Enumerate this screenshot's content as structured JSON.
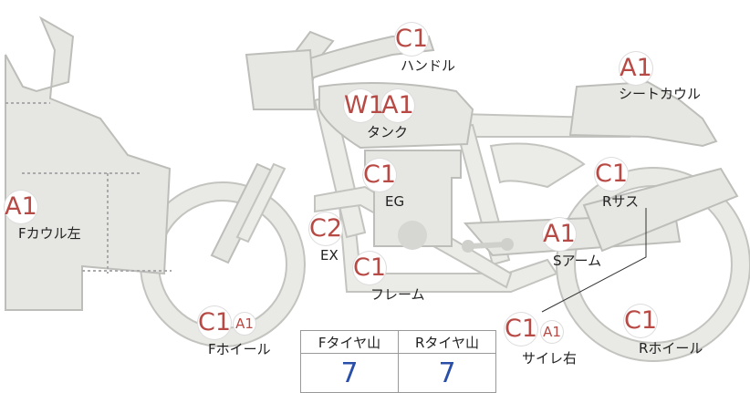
{
  "parts": {
    "handle": {
      "label": "ハンドル",
      "badges": [
        "C1"
      ]
    },
    "seat_cowl": {
      "label": "シートカウル",
      "badges": [
        "A1"
      ]
    },
    "tank": {
      "label": "タンク",
      "badges": [
        "W1",
        "A1"
      ]
    },
    "engine": {
      "label": "EG",
      "badges": [
        "C1"
      ]
    },
    "r_suspension": {
      "label": "Rサス",
      "badges": [
        "C1"
      ]
    },
    "f_cowl_left": {
      "label": "Fカウル左",
      "badges": [
        "A1"
      ]
    },
    "exhaust": {
      "label": "EX",
      "badges": [
        "C2"
      ]
    },
    "swing_arm": {
      "label": "Sアーム",
      "badges": [
        "A1"
      ]
    },
    "frame": {
      "label": "フレーム",
      "badges": [
        "C1"
      ]
    },
    "f_wheel": {
      "label": "Fホイール",
      "badges": [
        "C1",
        "A1"
      ]
    },
    "side_cover_r": {
      "label": "サイレ右",
      "badges": [
        "C1",
        "A1"
      ]
    },
    "r_wheel": {
      "label": "Rホイール",
      "badges": [
        "C1"
      ]
    }
  },
  "tire_tread": {
    "front_label": "Fタイヤ山",
    "rear_label": "Rタイヤ山",
    "front_value": "7",
    "rear_value": "7"
  },
  "colors": {
    "badge_text": "#b84a45",
    "tread_value": "#2a4fa8",
    "part_fill": "#e6e6e3"
  }
}
